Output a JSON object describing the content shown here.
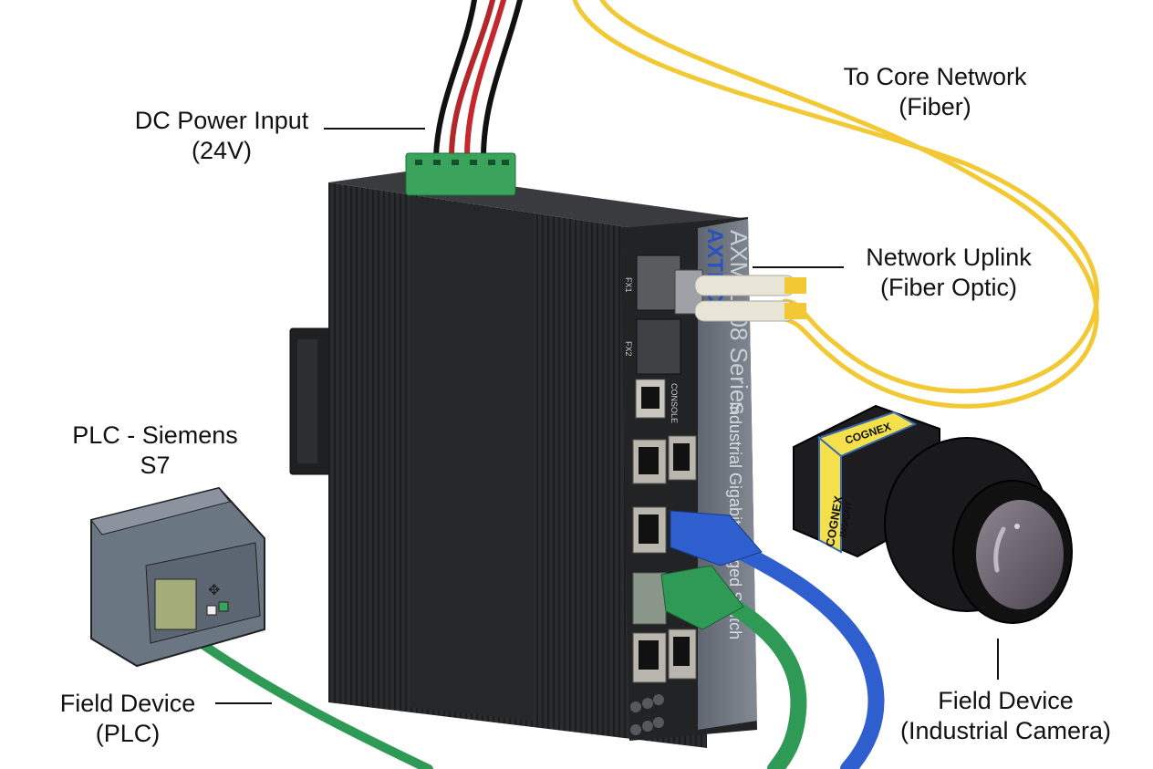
{
  "labels": {
    "dc_power": {
      "line1": "DC Power Input",
      "line2": "(24V)"
    },
    "core_network": {
      "line1": "To Core Network",
      "line2": "(Fiber)"
    },
    "network_uplink": {
      "line1": "Network Uplink",
      "line2": "(Fiber Optic)"
    },
    "plc_title": {
      "line1": "PLC - Siemens",
      "line2": "S7"
    },
    "field_plc": {
      "line1": "Field Device",
      "line2": "(PLC)"
    },
    "field_camera": {
      "line1": "Field Device",
      "line2": "(Industrial Camera)"
    }
  },
  "switch": {
    "brand": "AXTECH",
    "model": "AXM 1008 Series",
    "subtitle": "Industrial Gigabit Rugged Switch",
    "ports": {
      "fx1": "FX1",
      "fx2": "FX2",
      "console": "CONSOLE"
    }
  },
  "camera": {
    "brand": "COGNEX",
    "model": "INSIGHT"
  },
  "colors": {
    "switch_body": "#2b2c2e",
    "switch_label_panel": "#6f7680",
    "brand_blue": "#2a52be",
    "terminal_green": "#3aa35c",
    "fiber_yellow": "#f2c935",
    "cable_blue": "#2f5fcf",
    "cable_green": "#2f9a55",
    "camera_yellow": "#f4e04a",
    "plc_body": "#6b7683"
  }
}
